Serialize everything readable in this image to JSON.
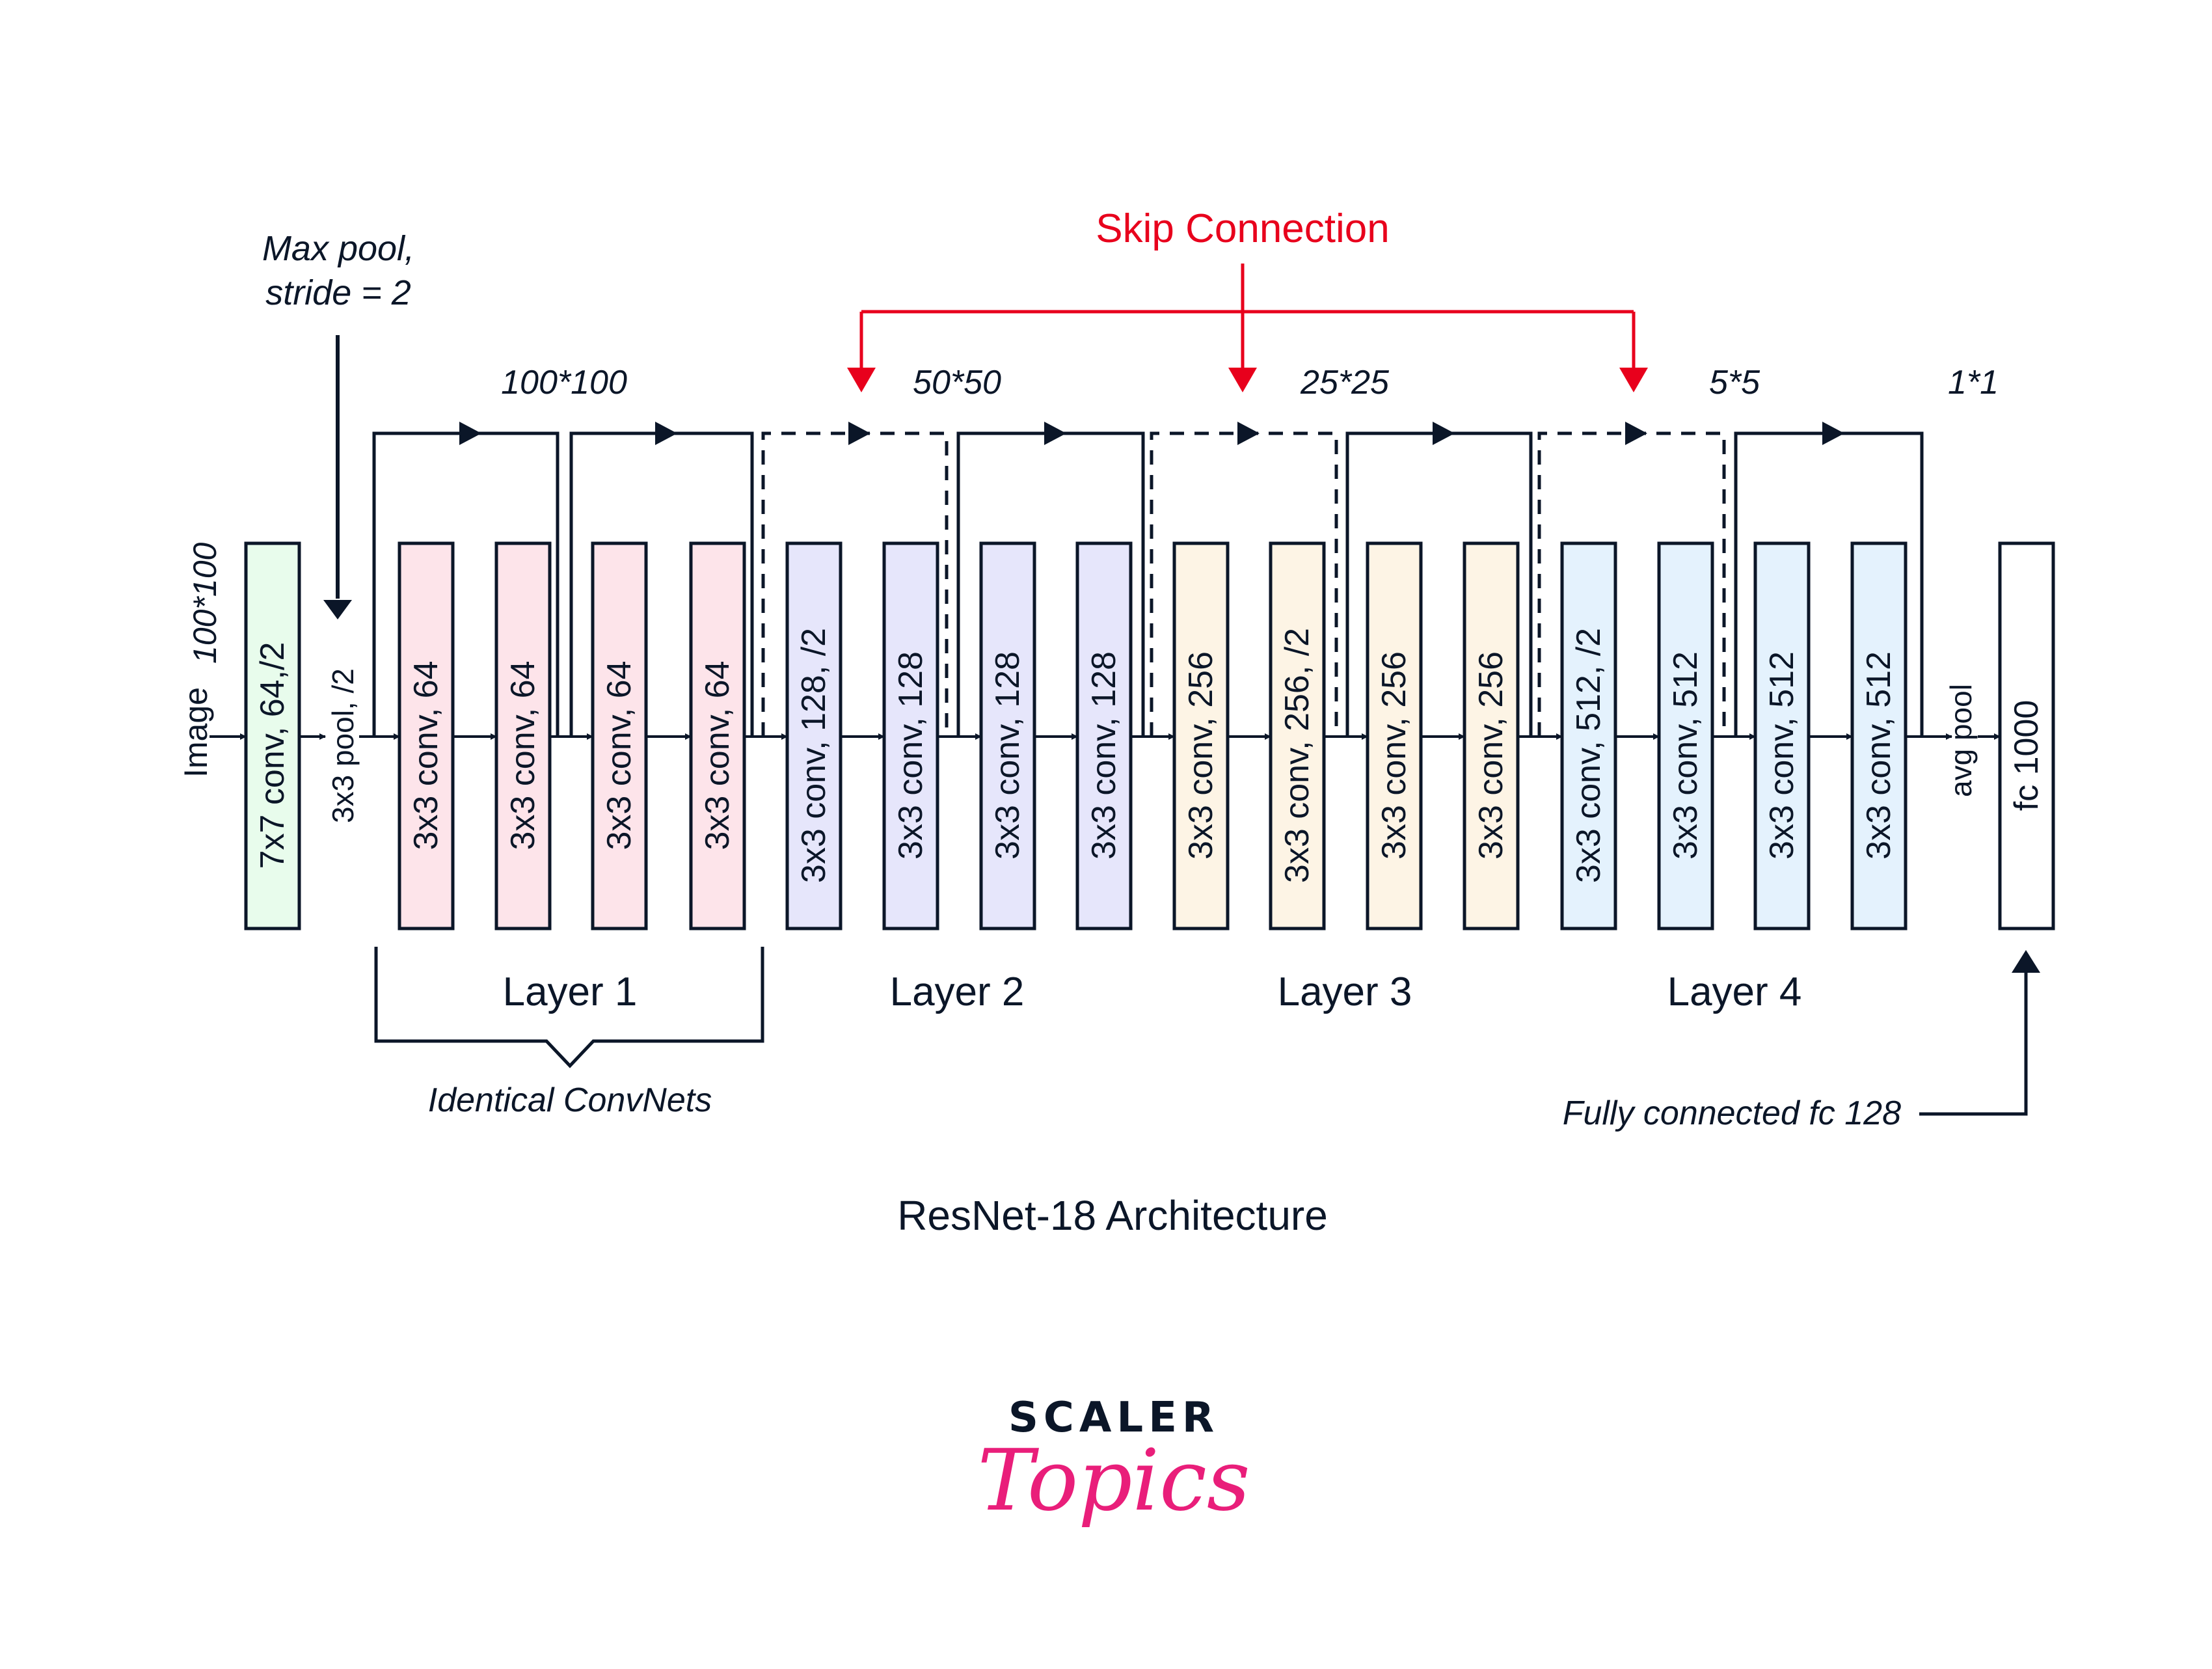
{
  "title": "ResNet-18 Architecture",
  "colors": {
    "stroke": "#0b1628",
    "skip_red": "#e8001c",
    "stem": "#e8fcec",
    "layer1": "#fde4ea",
    "layer2": "#e6e6fb",
    "layer3": "#fdf4e5",
    "layer4": "#e4f2fd",
    "fc": "#ffffff",
    "brand_pink": "#e91e7a"
  },
  "input": {
    "label": "Image",
    "size": "100*100"
  },
  "maxpool_note": {
    "line1": "Max pool,",
    "line2": "stride = 2"
  },
  "pool_label": "3x3 pool, /2",
  "avgpool_label": "avg pool",
  "skip_connection_label": "Skip Connection",
  "blocks": [
    {
      "label": "7x7 conv, 64,/2",
      "group": "stem"
    },
    {
      "label": "3x3 conv, 64",
      "group": "layer1"
    },
    {
      "label": "3x3 conv, 64",
      "group": "layer1"
    },
    {
      "label": "3x3 conv, 64",
      "group": "layer1"
    },
    {
      "label": "3x3 conv, 64",
      "group": "layer1"
    },
    {
      "label": "3x3 conv, 128, /2",
      "group": "layer2"
    },
    {
      "label": "3x3 conv, 128",
      "group": "layer2"
    },
    {
      "label": "3x3 conv, 128",
      "group": "layer2"
    },
    {
      "label": "3x3 conv, 128",
      "group": "layer2"
    },
    {
      "label": "3x3 conv, 256",
      "group": "layer3"
    },
    {
      "label": "3x3 conv, 256, /2",
      "group": "layer3"
    },
    {
      "label": "3x3 conv, 256",
      "group": "layer3"
    },
    {
      "label": "3x3 conv, 256",
      "group": "layer3"
    },
    {
      "label": "3x3 conv, 512, /2",
      "group": "layer4"
    },
    {
      "label": "3x3 conv, 512",
      "group": "layer4"
    },
    {
      "label": "3x3 conv, 512",
      "group": "layer4"
    },
    {
      "label": "3x3 conv, 512",
      "group": "layer4"
    },
    {
      "label": "fc 1000",
      "group": "fc"
    }
  ],
  "skips": [
    {
      "style": "solid"
    },
    {
      "style": "solid"
    },
    {
      "style": "dashed"
    },
    {
      "style": "solid"
    },
    {
      "style": "dashed"
    },
    {
      "style": "solid"
    },
    {
      "style": "dashed"
    },
    {
      "style": "solid"
    }
  ],
  "feature_sizes": [
    "100*100",
    "50*50",
    "25*25",
    "5*5",
    "1*1"
  ],
  "layers": [
    "Layer 1",
    "Layer 2",
    "Layer 3",
    "Layer 4"
  ],
  "identical_note": "Identical ConvNets",
  "fc_note": "Fully connected fc 128",
  "logo": {
    "top": "SCALER",
    "bottom": "Topics"
  }
}
